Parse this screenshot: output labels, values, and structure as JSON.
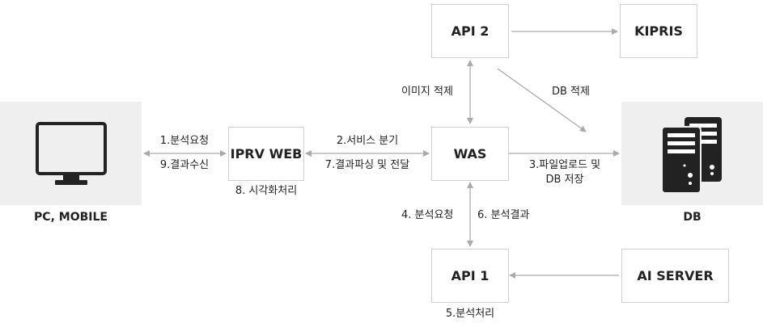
{
  "nodes": {
    "pc": "PC, MOBILE",
    "iprv": "IPRV WEB",
    "was": "WAS",
    "api2": "API 2",
    "kipris": "KIPRIS",
    "db": "DB",
    "api1": "API 1",
    "ai_server": "AI SERVER"
  },
  "edges": {
    "pc_iprv_request": "1.분석요청",
    "pc_iprv_receive": "9.결과수신",
    "iprv_was_branch": "2.서비스 분기",
    "iprv_was_parse": "7.결과파싱 및 전달",
    "was_api2": "이미지 적제",
    "api2_db": "DB 적제",
    "was_db_line1": "3.파일업로드 및",
    "was_db_line2": "DB 저장",
    "was_api1_request": "4. 분석요청",
    "was_api1_result": "6. 분석결과"
  },
  "notes": {
    "iprv": "8. 시각화처리",
    "api1": "5.분석처리"
  },
  "icons": {
    "pc": "monitor-icon",
    "db": "server-icon"
  },
  "colors": {
    "panel": "#efefef",
    "arrow": "#aaaaaa",
    "icon": "#222222"
  }
}
